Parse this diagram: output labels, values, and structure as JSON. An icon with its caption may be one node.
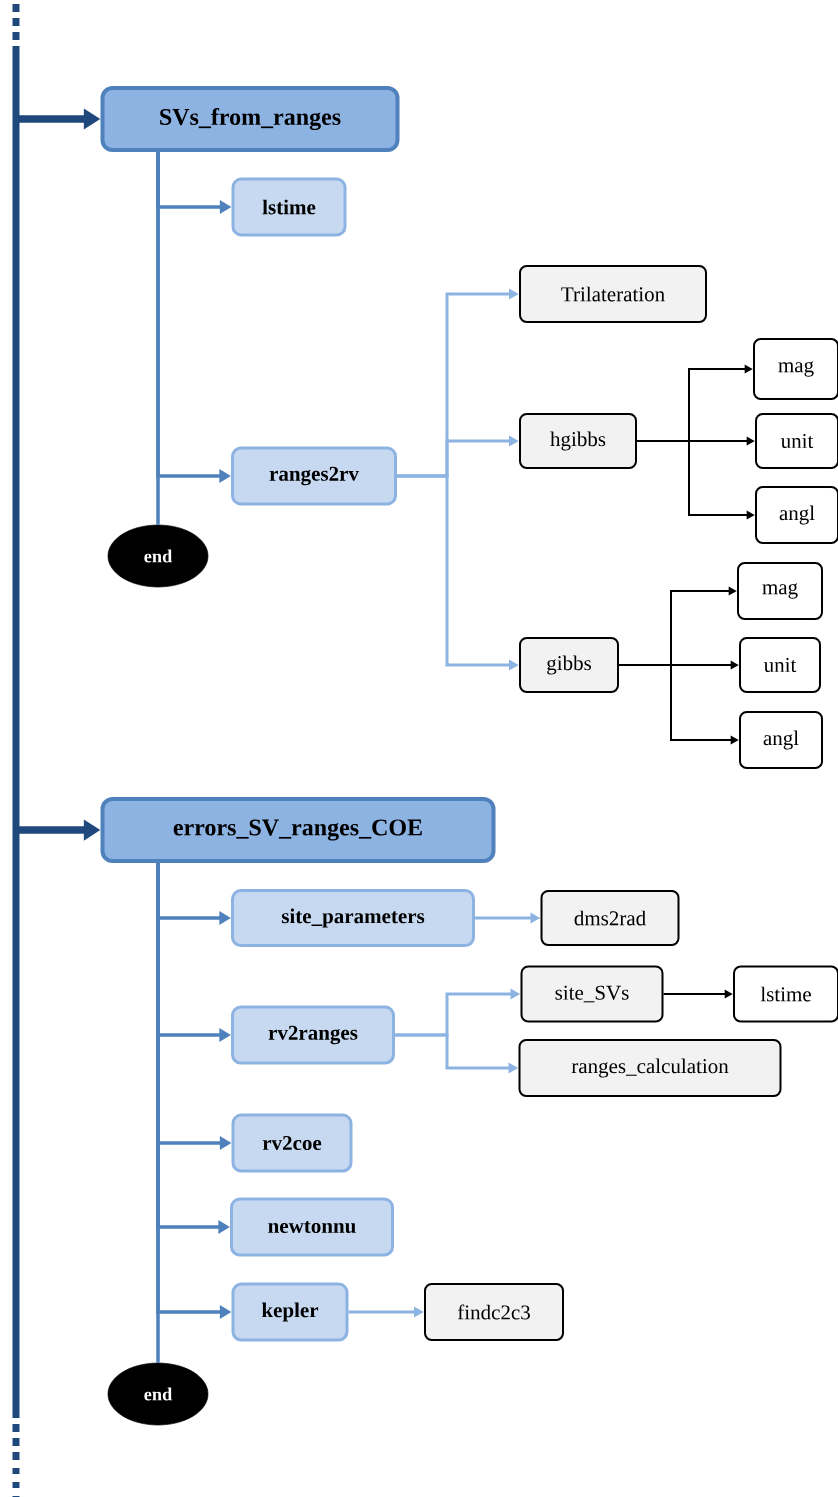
{
  "diagram": {
    "nodes": [
      {
        "text": [
          "SVs_from_ranges"
        ]
      },
      {
        "text": [
          "lstime"
        ]
      },
      {
        "text": [
          "ranges2rv"
        ]
      },
      {
        "text": [
          "end"
        ]
      },
      {
        "text": [
          "Trilateration"
        ]
      },
      {
        "text": [
          "hgibbs"
        ]
      },
      {
        "text": [
          "mag"
        ]
      },
      {
        "text": [
          "unit"
        ]
      },
      {
        "text": [
          "angl"
        ]
      },
      {
        "text": [
          "gibbs"
        ]
      },
      {
        "text": [
          "mag"
        ]
      },
      {
        "text": [
          "unit"
        ]
      },
      {
        "text": [
          "angl"
        ]
      },
      {
        "text": [
          "errors_SV_ranges_COE"
        ]
      },
      {
        "text": [
          "site_parameters"
        ]
      },
      {
        "text": [
          "dms2rad"
        ]
      },
      {
        "text": [
          "rv2ranges"
        ]
      },
      {
        "text": [
          "site_SVs"
        ]
      },
      {
        "text": [
          "lstime"
        ]
      },
      {
        "text": [
          "ranges_calculation"
        ]
      },
      {
        "text": [
          "rv2coe"
        ]
      },
      {
        "text": [
          "newtonnu"
        ]
      },
      {
        "text": [
          "kepler"
        ]
      },
      {
        "text": [
          "findc2c3"
        ]
      },
      {
        "text": [
          "end"
        ]
      }
    ],
    "edges": [
      {
        "from": null,
        "to": 0,
        "arrow": "to",
        "style": "thick",
        "color": "#1f497d"
      },
      {
        "from": 0,
        "to": 1,
        "arrow": "to"
      },
      {
        "from": 0,
        "to": 2,
        "arrow": "to"
      },
      {
        "from": 0,
        "to": 3,
        "arrow": "none"
      },
      {
        "from": 2,
        "to": 4,
        "arrow": "to",
        "color": "#8db3e2"
      },
      {
        "from": 2,
        "to": 5,
        "arrow": "to",
        "color": "#8db3e2"
      },
      {
        "from": 2,
        "to": 9,
        "arrow": "to",
        "color": "#8db3e2"
      },
      {
        "from": 5,
        "to": 6,
        "arrow": "to",
        "color": "#000000"
      },
      {
        "from": 5,
        "to": 7,
        "arrow": "to",
        "color": "#000000"
      },
      {
        "from": 5,
        "to": 8,
        "arrow": "to",
        "color": "#000000"
      },
      {
        "from": 9,
        "to": 10,
        "arrow": "to",
        "color": "#000000"
      },
      {
        "from": 9,
        "to": 11,
        "arrow": "to",
        "color": "#000000"
      },
      {
        "from": 9,
        "to": 12,
        "arrow": "to",
        "color": "#000000"
      },
      {
        "from": null,
        "to": 13,
        "arrow": "to",
        "style": "thick",
        "color": "#1f497d"
      },
      {
        "from": 13,
        "to": 14,
        "arrow": "to"
      },
      {
        "from": 13,
        "to": 16,
        "arrow": "to"
      },
      {
        "from": 13,
        "to": 20,
        "arrow": "to"
      },
      {
        "from": 13,
        "to": 21,
        "arrow": "to"
      },
      {
        "from": 13,
        "to": 22,
        "arrow": "to"
      },
      {
        "from": 13,
        "to": 24,
        "arrow": "none"
      },
      {
        "from": 14,
        "to": 15,
        "arrow": "to",
        "color": "#8db3e2"
      },
      {
        "from": 16,
        "to": 17,
        "arrow": "to",
        "color": "#8db3e2"
      },
      {
        "from": 16,
        "to": 19,
        "arrow": "to",
        "color": "#8db3e2"
      },
      {
        "from": 17,
        "to": 18,
        "arrow": "to",
        "color": "#000000"
      },
      {
        "from": 22,
        "to": 23,
        "arrow": "to",
        "color": "#8db3e2"
      }
    ]
  }
}
